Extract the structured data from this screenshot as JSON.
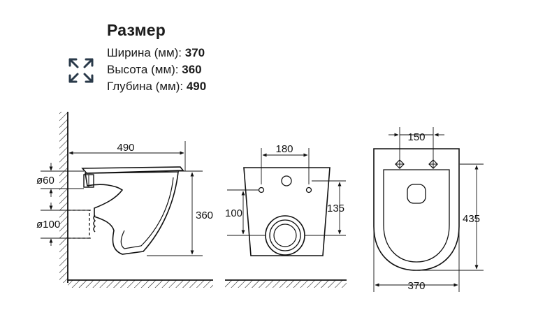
{
  "header": {
    "title": "Размер",
    "icon": "expand-arrows-icon",
    "specs": [
      {
        "label": "Ширина (мм): ",
        "value": "370"
      },
      {
        "label": "Высота (мм): ",
        "value": "360"
      },
      {
        "label": "Глубина (мм): ",
        "value": "490"
      }
    ]
  },
  "side_view": {
    "depth": "490",
    "height": "360",
    "pipe_top": "ø60",
    "pipe_bottom": "ø100"
  },
  "back_view": {
    "holes_spacing": "180",
    "outlet_height": "100",
    "holes_height": "135"
  },
  "top_view": {
    "holes_spacing": "150",
    "length": "435",
    "width": "370"
  },
  "colors": {
    "line": "#111111",
    "icon": "#2a3a4a"
  }
}
